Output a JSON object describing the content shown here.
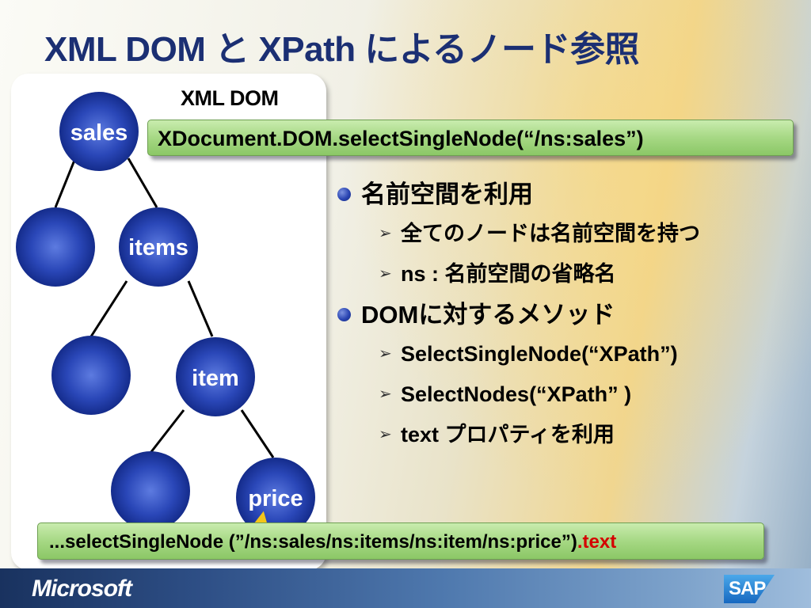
{
  "slide": {
    "title": "XML DOM と XPath によるノード参照"
  },
  "tree_panel": {
    "title": "XML DOM",
    "nodes": {
      "sales": "sales",
      "items": "items",
      "item": "item",
      "price": "price"
    }
  },
  "code": {
    "top": "XDocument.DOM.selectSingleNode(“/ns:sales”)",
    "bottom_main": "...selectSingleNode (”/ns:sales/ns:items/ns:item/ns:price”)",
    "bottom_suffix": ".text"
  },
  "bullets": [
    {
      "text": "名前空間を利用",
      "sub": [
        "全てのノードは名前空間を持つ",
        "ns : 名前空間の省略名"
      ]
    },
    {
      "text": "DOMに対するメソッド",
      "sub": [
        "SelectSingleNode(“XPath”)",
        "SelectNodes(“XPath” )",
        "text プロパティを利用"
      ]
    }
  ],
  "footer": {
    "left_logo": "Microsoft",
    "right_logo": "SAP"
  },
  "colors": {
    "title": "#1b2f73",
    "code_bar": "#a6d884",
    "text_highlight": "#d40000",
    "node": "#2a47b8"
  }
}
